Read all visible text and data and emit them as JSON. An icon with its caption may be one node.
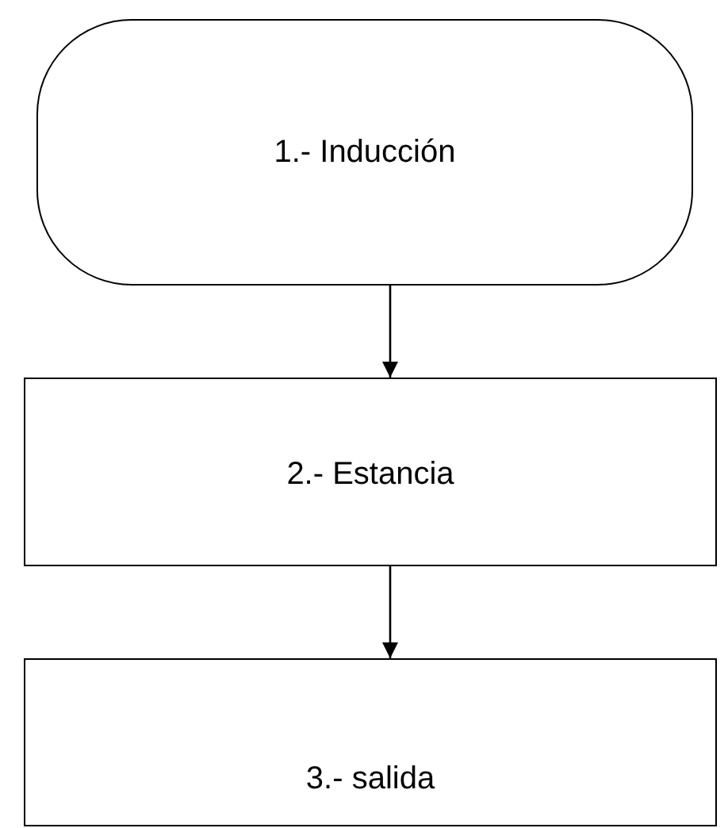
{
  "diagram": {
    "nodes": [
      {
        "text": [
          "1.- Inducción"
        ]
      },
      {
        "text": [
          "2.- Estancia"
        ]
      },
      {
        "text": [
          "3.- salida"
        ]
      }
    ],
    "edges": [
      {
        "from": 0,
        "to": 1,
        "arrow": "to"
      },
      {
        "from": 1,
        "to": 2,
        "arrow": "to"
      }
    ]
  }
}
